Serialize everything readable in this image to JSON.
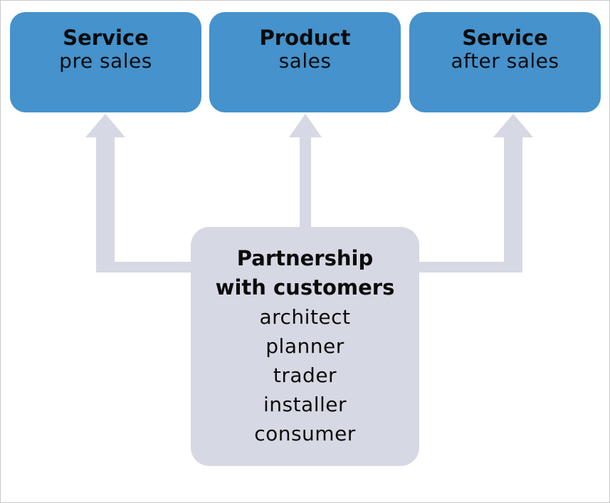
{
  "boxes": {
    "pre_sales": {
      "title": "Service",
      "subtitle": "pre sales"
    },
    "product_sales": {
      "title": "Product",
      "subtitle": "sales"
    },
    "after_sales": {
      "title": "Service",
      "subtitle": "after sales"
    }
  },
  "center": {
    "title_line1": "Partnership",
    "title_line2": "with customers",
    "members": [
      "architect",
      "planner",
      "trader",
      "installer",
      "consumer"
    ]
  },
  "colors": {
    "top_box": "#4592cc",
    "center_box": "#d6d8e3",
    "connector": "#d6d8e3",
    "text": "#0b0b0b"
  }
}
